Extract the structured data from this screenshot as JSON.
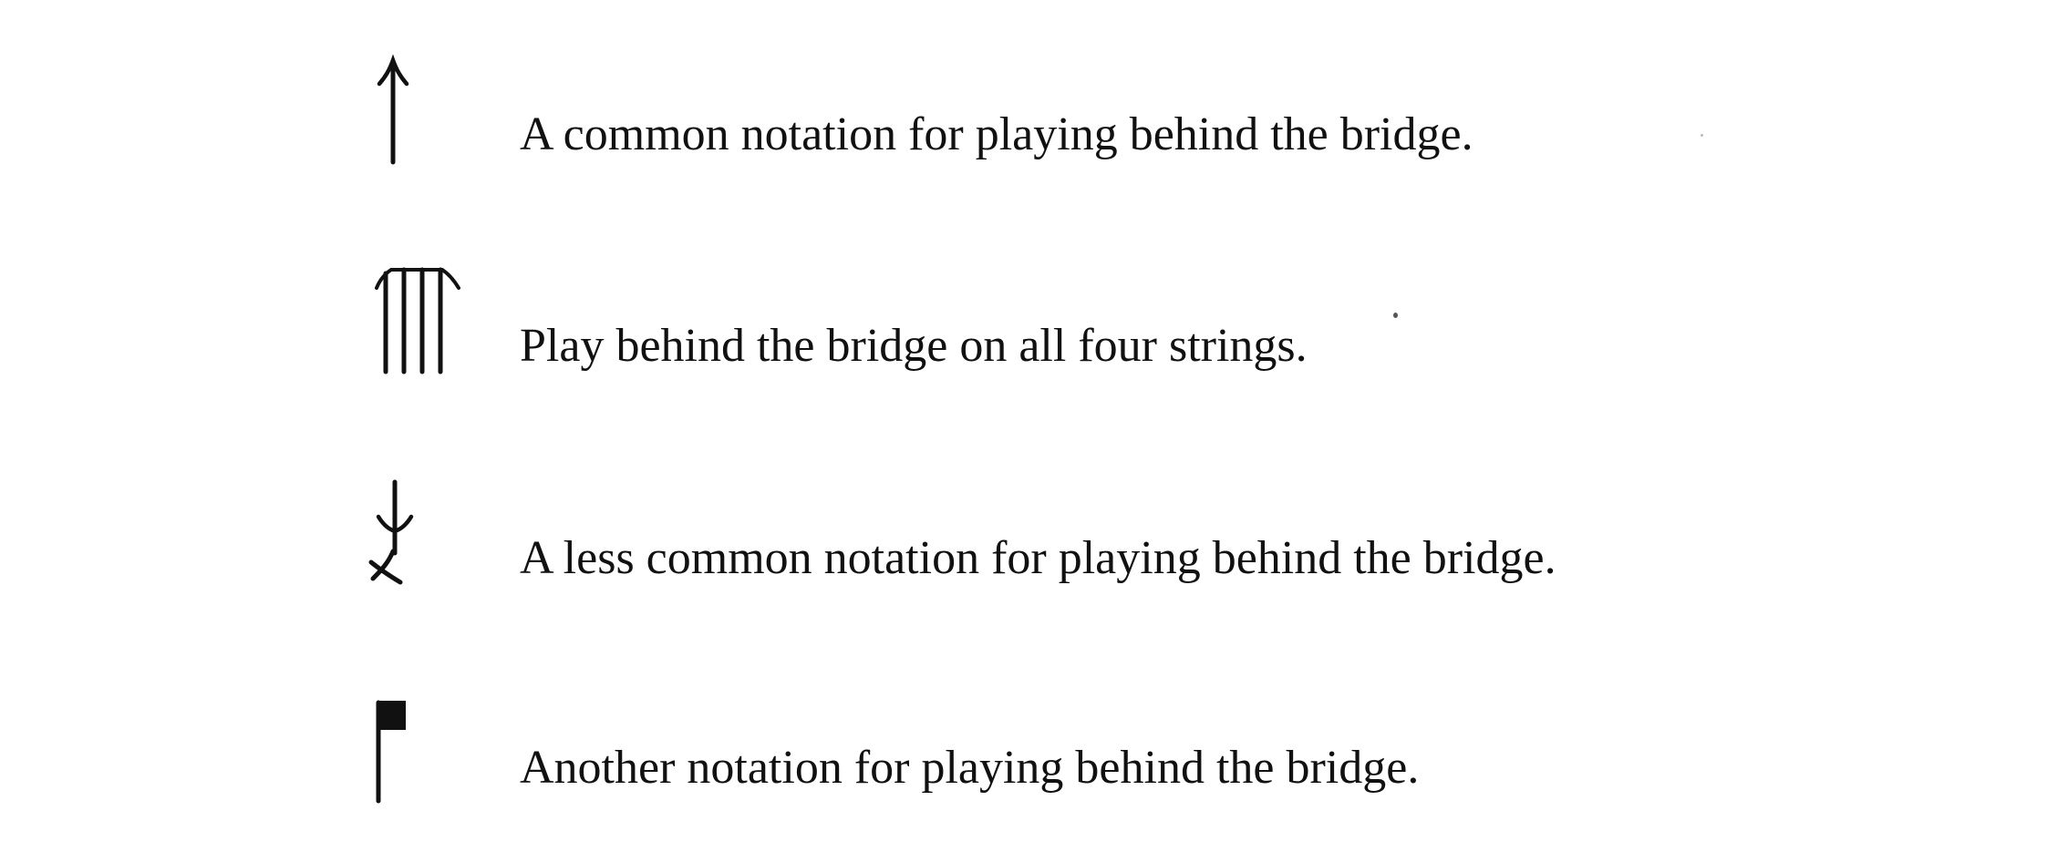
{
  "legend": {
    "entries": [
      {
        "symbol": "arrow-up-icon",
        "text": "A  common notation for playing behind the bridge."
      },
      {
        "symbol": "four-strings-arrow-icon",
        "text": "Play behind the bridge on all four strings."
      },
      {
        "symbol": "arrow-down-x-icon",
        "text": "A less common notation for playing behind the bridge."
      },
      {
        "symbol": "flag-icon",
        "text": "Another notation for playing behind the bridge."
      }
    ]
  },
  "colors": {
    "ink": "#111111",
    "paper": "#ffffff"
  }
}
